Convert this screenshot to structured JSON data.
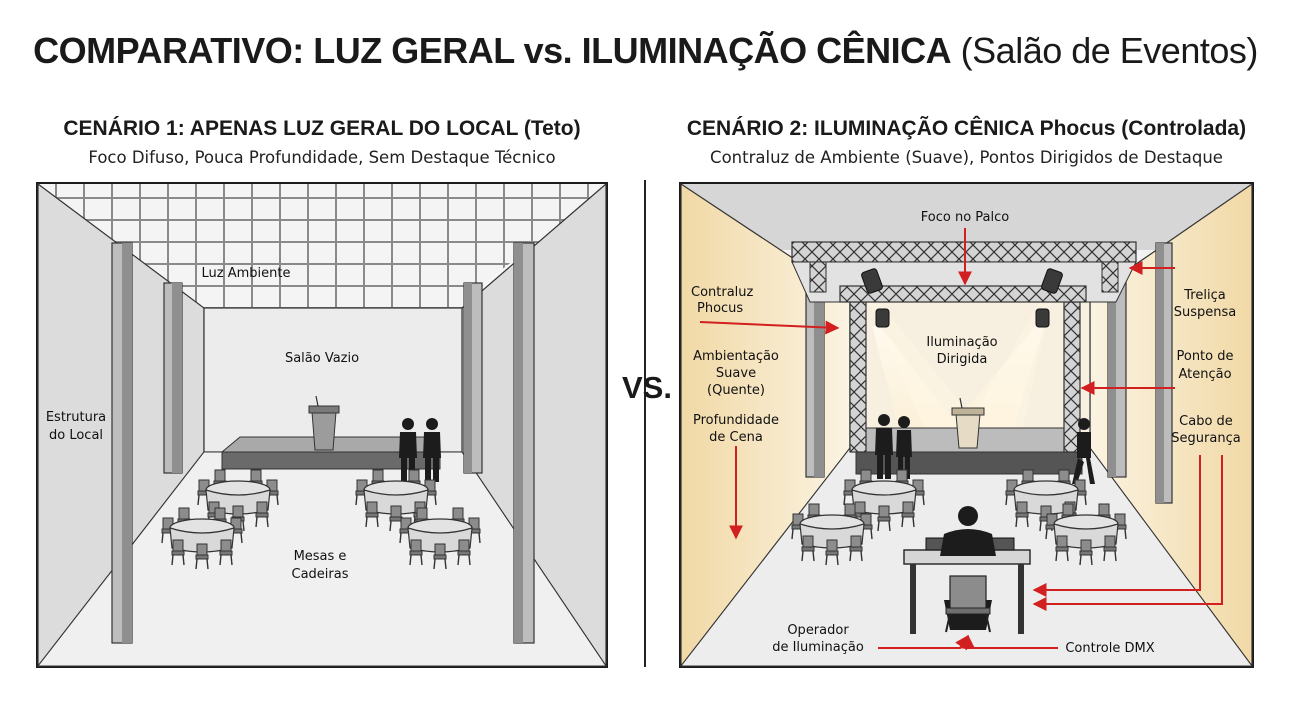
{
  "title": {
    "part1": "COMPARATIVO: LUZ GERAL vs. ILUMINAÇÃO CÊNICA",
    "part2": "(Salão de Eventos)"
  },
  "scenario1": {
    "title": "CENÁRIO 1: APENAS LUZ GERAL DO LOCAL (Teto)",
    "subtitle": "Foco Difuso, Pouca Profundidade, Sem Destaque Técnico",
    "labels": {
      "luz_ambiente": "Luz Ambiente",
      "salao_vazio": "Salão Vazio",
      "estrutura_1": "Estrutura",
      "estrutura_2": "do Local",
      "mesas_1": "Mesas e",
      "mesas_2": "Cadeiras"
    }
  },
  "vs_label": "VS.",
  "scenario2": {
    "title": "CENÁRIO 2: ILUMINAÇÃO CÊNICA Phocus (Controlada)",
    "subtitle": "Contraluz de Ambiente (Suave), Pontos Dirigidos de Destaque",
    "labels": {
      "foco_palco": "Foco no Palco",
      "contraluz_1": "Contraluz",
      "contraluz_2": "Phocus",
      "ambientacao_1": "Ambientação",
      "ambientacao_2": "Suave",
      "ambientacao_3": "(Quente)",
      "profundidade_1": "Profundidade",
      "profundidade_2": "de Cena",
      "iluminacao_1": "Iluminação",
      "iluminacao_2": "Dirigida",
      "trelica_1": "Treliça",
      "trelica_2": "Suspensa",
      "ponto_1": "Ponto de",
      "ponto_2": "Atenção",
      "cabo_1": "Cabo de",
      "cabo_2": "Segurança",
      "operador_1": "Operador",
      "operador_2": "de Iluminação",
      "controle": "Controle DMX"
    }
  },
  "colors": {
    "arrow": "#d21f1f",
    "ink": "#1a1a1a",
    "warm": "#f3dfb1"
  }
}
